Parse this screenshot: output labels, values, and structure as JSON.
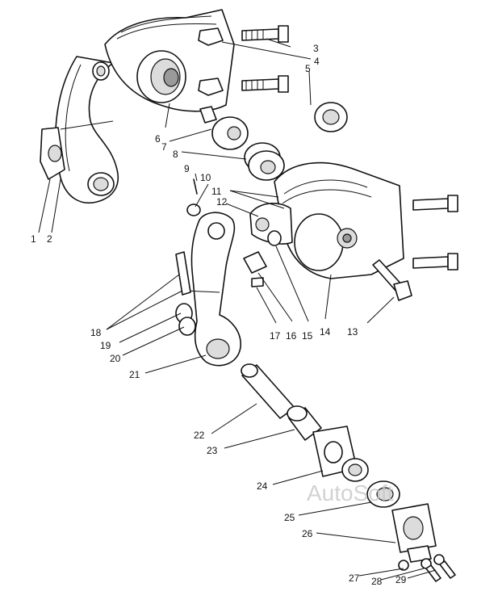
{
  "diagram": {
    "callouts": [
      "1",
      "2",
      "3",
      "4",
      "5",
      "6",
      "7",
      "8",
      "9",
      "10",
      "11",
      "12",
      "13",
      "14",
      "15",
      "16",
      "17",
      "18",
      "19",
      "20",
      "21",
      "22",
      "23",
      "24",
      "25",
      "26",
      "27",
      "28",
      "29"
    ]
  },
  "watermark": "AutoSoft"
}
